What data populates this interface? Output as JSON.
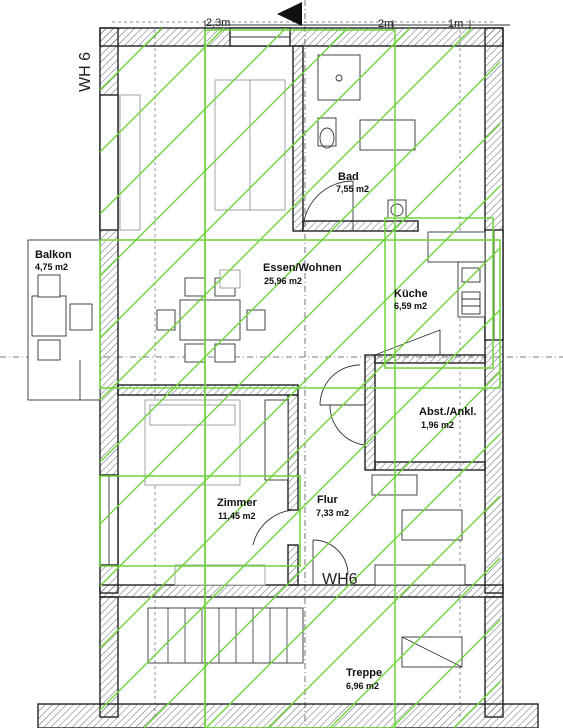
{
  "plan": {
    "unit_label": "WH 6",
    "unit_label_bottom": "WH6",
    "dimension_labels": [
      "2,3m",
      "2m",
      "1m"
    ],
    "rooms": [
      {
        "id": "bad",
        "name": "Bad",
        "area": "7,55 m2"
      },
      {
        "id": "balkon",
        "name": "Balkon",
        "area": "4,75 m2"
      },
      {
        "id": "essen",
        "name": "Essen/Wohnen",
        "area": "25,96 m2"
      },
      {
        "id": "kueche",
        "name": "Küche",
        "area": "6,59 m2"
      },
      {
        "id": "abst",
        "name": "Abst./Ankl.",
        "area": "1,96 m2"
      },
      {
        "id": "zimmer",
        "name": "Zimmer",
        "area": "11,45 m2"
      },
      {
        "id": "flur",
        "name": "Flur",
        "area": "7,33 m2"
      },
      {
        "id": "treppe",
        "name": "Treppe",
        "area": "6,96 m2"
      }
    ],
    "colors": {
      "overlay_green": "#6fd43c",
      "walls": "#222222",
      "background": "#ffffff"
    }
  }
}
